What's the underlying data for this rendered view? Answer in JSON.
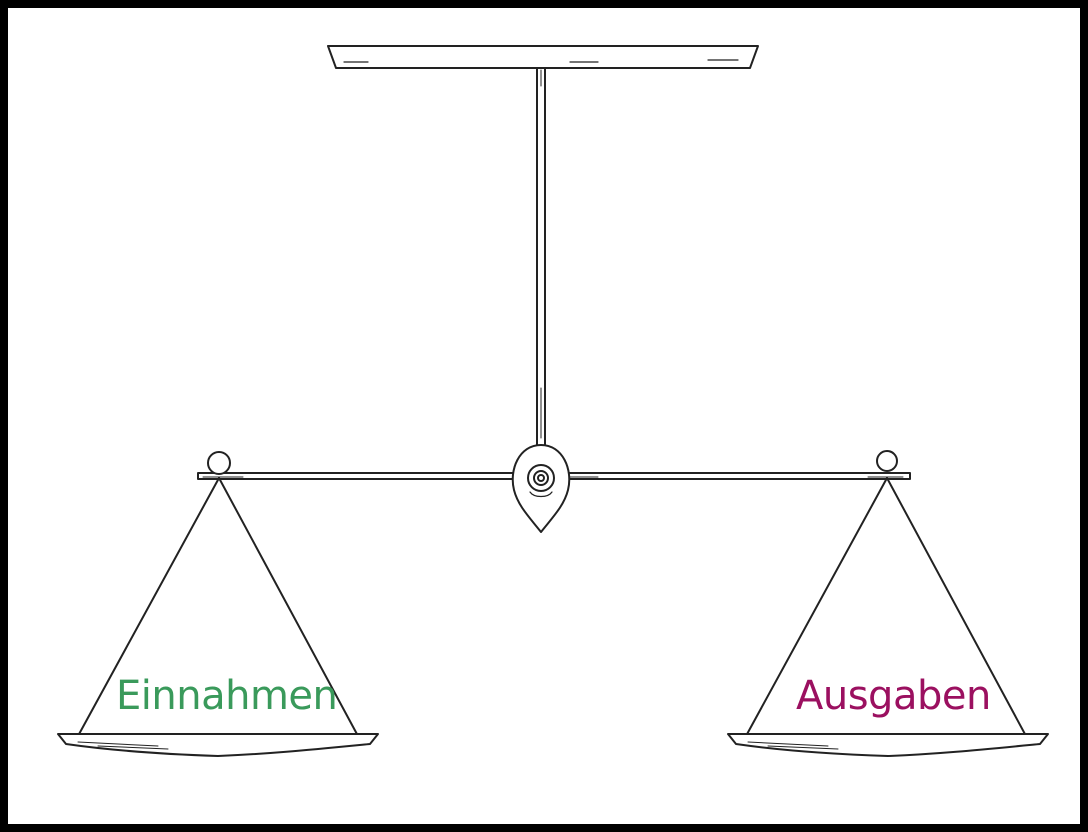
{
  "labels": {
    "left": "Einnahmen",
    "right": "Ausgaben"
  },
  "colors": {
    "left": "#3a9a5b",
    "right": "#9b1060",
    "ink": "#222222",
    "frame": "#000000",
    "background": "#ffffff"
  },
  "icons": {
    "scale": "balance-scale-illustration"
  }
}
